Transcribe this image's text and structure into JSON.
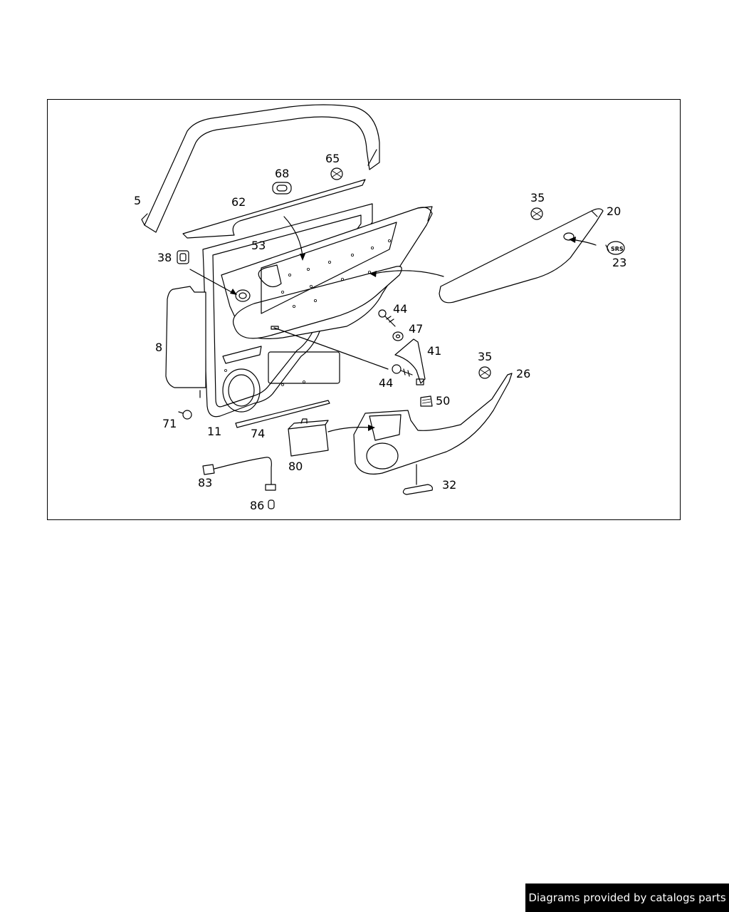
{
  "diagram": {
    "callouts": [
      "5",
      "68",
      "65",
      "62",
      "35",
      "20",
      "53",
      "38",
      "23",
      "8",
      "44",
      "47",
      "41",
      "35",
      "26",
      "44",
      "50",
      "71",
      "11",
      "74",
      "80",
      "83",
      "32",
      "86"
    ],
    "srs_badge_text": "SRS",
    "colors": {
      "line": "#000000",
      "background": "#ffffff"
    }
  },
  "footer": {
    "credit": "Diagrams provided by catalogs parts"
  }
}
